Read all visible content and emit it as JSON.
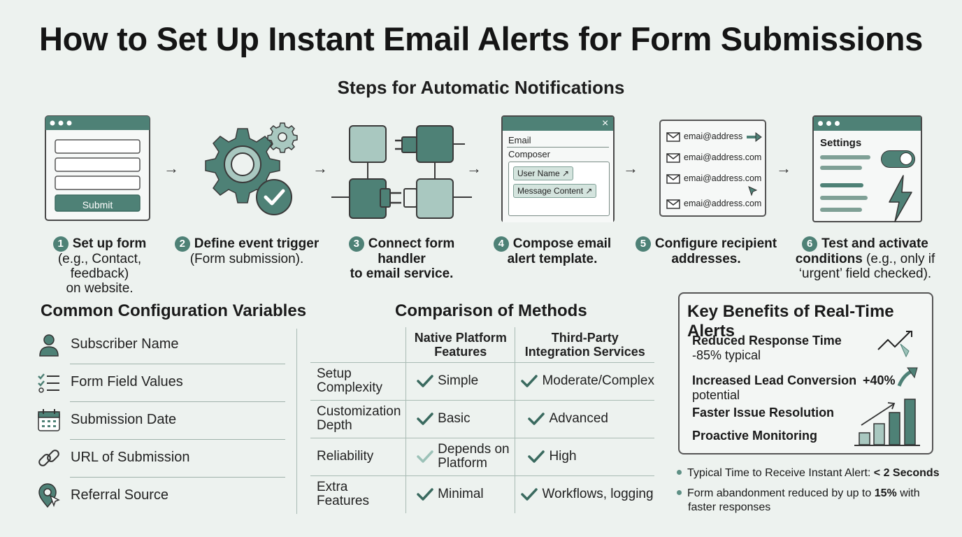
{
  "title": "How to Set Up Instant Email Alerts for Form Submissions",
  "subtitle": "Steps for Automatic Notifications",
  "arrows": [
    "→",
    "→",
    "→",
    "→",
    "→"
  ],
  "step_illustrations": {
    "form_submit_label": "Submit",
    "composer_title_1": "Email",
    "composer_title_2": "Composer",
    "composer_close": "×",
    "composer_field_1": "User Name ↗",
    "composer_field_2": "Message Content ↗",
    "recipients": [
      "emai@address",
      "emai@address.com",
      "emai@address.com",
      "emai@address.com"
    ],
    "settings_label": "Settings"
  },
  "steps": [
    {
      "num": "1",
      "line1": "Set up form",
      "line2": "(e.g., Contact, feedback)",
      "line3": "on website."
    },
    {
      "num": "2",
      "line1": "Define event trigger",
      "line2": "(Form submission)."
    },
    {
      "num": "3",
      "line1": "Connect form handler",
      "line2": "to email service."
    },
    {
      "num": "4",
      "line1": "Compose email",
      "line2": "alert template."
    },
    {
      "num": "5",
      "line1": "Configure recipient",
      "line2": "addresses."
    },
    {
      "num": "6",
      "line1": "Test and activate",
      "line2a": "conditions",
      "line2b": " (e.g., only if",
      "line3": "‘urgent’ field checked)."
    }
  ],
  "variables": {
    "heading": "Common Configuration Variables",
    "items": [
      {
        "label": "Subscriber Name",
        "icon": "person-icon"
      },
      {
        "label": "Form Field Values",
        "icon": "checklist-icon"
      },
      {
        "label": "Submission Date",
        "icon": "calendar-icon"
      },
      {
        "label": "URL of Submission",
        "icon": "link-icon"
      },
      {
        "label": "Referral Source",
        "icon": "location-pointer-icon"
      }
    ]
  },
  "comparison": {
    "heading": "Comparison of Methods",
    "col1_line1": "Native Platform",
    "col1_line2": "Features",
    "col2_line1": "Third-Party",
    "col2_line2": "Integration Services",
    "rows": [
      {
        "label1": "Setup",
        "label2": "Complexity",
        "native": "Simple",
        "native2": "",
        "third": "Moderate/Complex",
        "native_check": "dark"
      },
      {
        "label1": "Customization",
        "label2": "Depth",
        "native": "Basic",
        "native2": "",
        "third": "Advanced",
        "native_check": "dark"
      },
      {
        "label1": "Reliability",
        "label2": "",
        "native": "Depends on",
        "native2": "Platform",
        "third": "High",
        "native_check": "light"
      },
      {
        "label1": "Extra",
        "label2": "Features",
        "native": "Minimal",
        "native2": "",
        "third": "Workflows, logging",
        "native_check": "dark"
      }
    ]
  },
  "benefits": {
    "heading": "Key Benefits of Real-Time Alerts",
    "items": [
      {
        "title": "Reduced Response Time",
        "sub": "-85% typical"
      },
      {
        "title": "Increased Lead Conversion",
        "sub": "potential",
        "badge": "+40%"
      },
      {
        "title": "Faster Issue Resolution",
        "sub": ""
      },
      {
        "title": "Proactive Monitoring",
        "sub": ""
      }
    ]
  },
  "notes": {
    "line1_text": "Typical Time to Receive Instant Alert: ",
    "line1_bold": "< 2 Seconds",
    "line2_text": "Form abandonment reduced by up to ",
    "line2_bold": "15%",
    "line2_rest": " with",
    "line3": "faster responses"
  },
  "colors": {
    "accent": "#4e8176",
    "accent_light": "#a9c8c0",
    "background": "#edf2ef",
    "text": "#1a1a1a"
  }
}
